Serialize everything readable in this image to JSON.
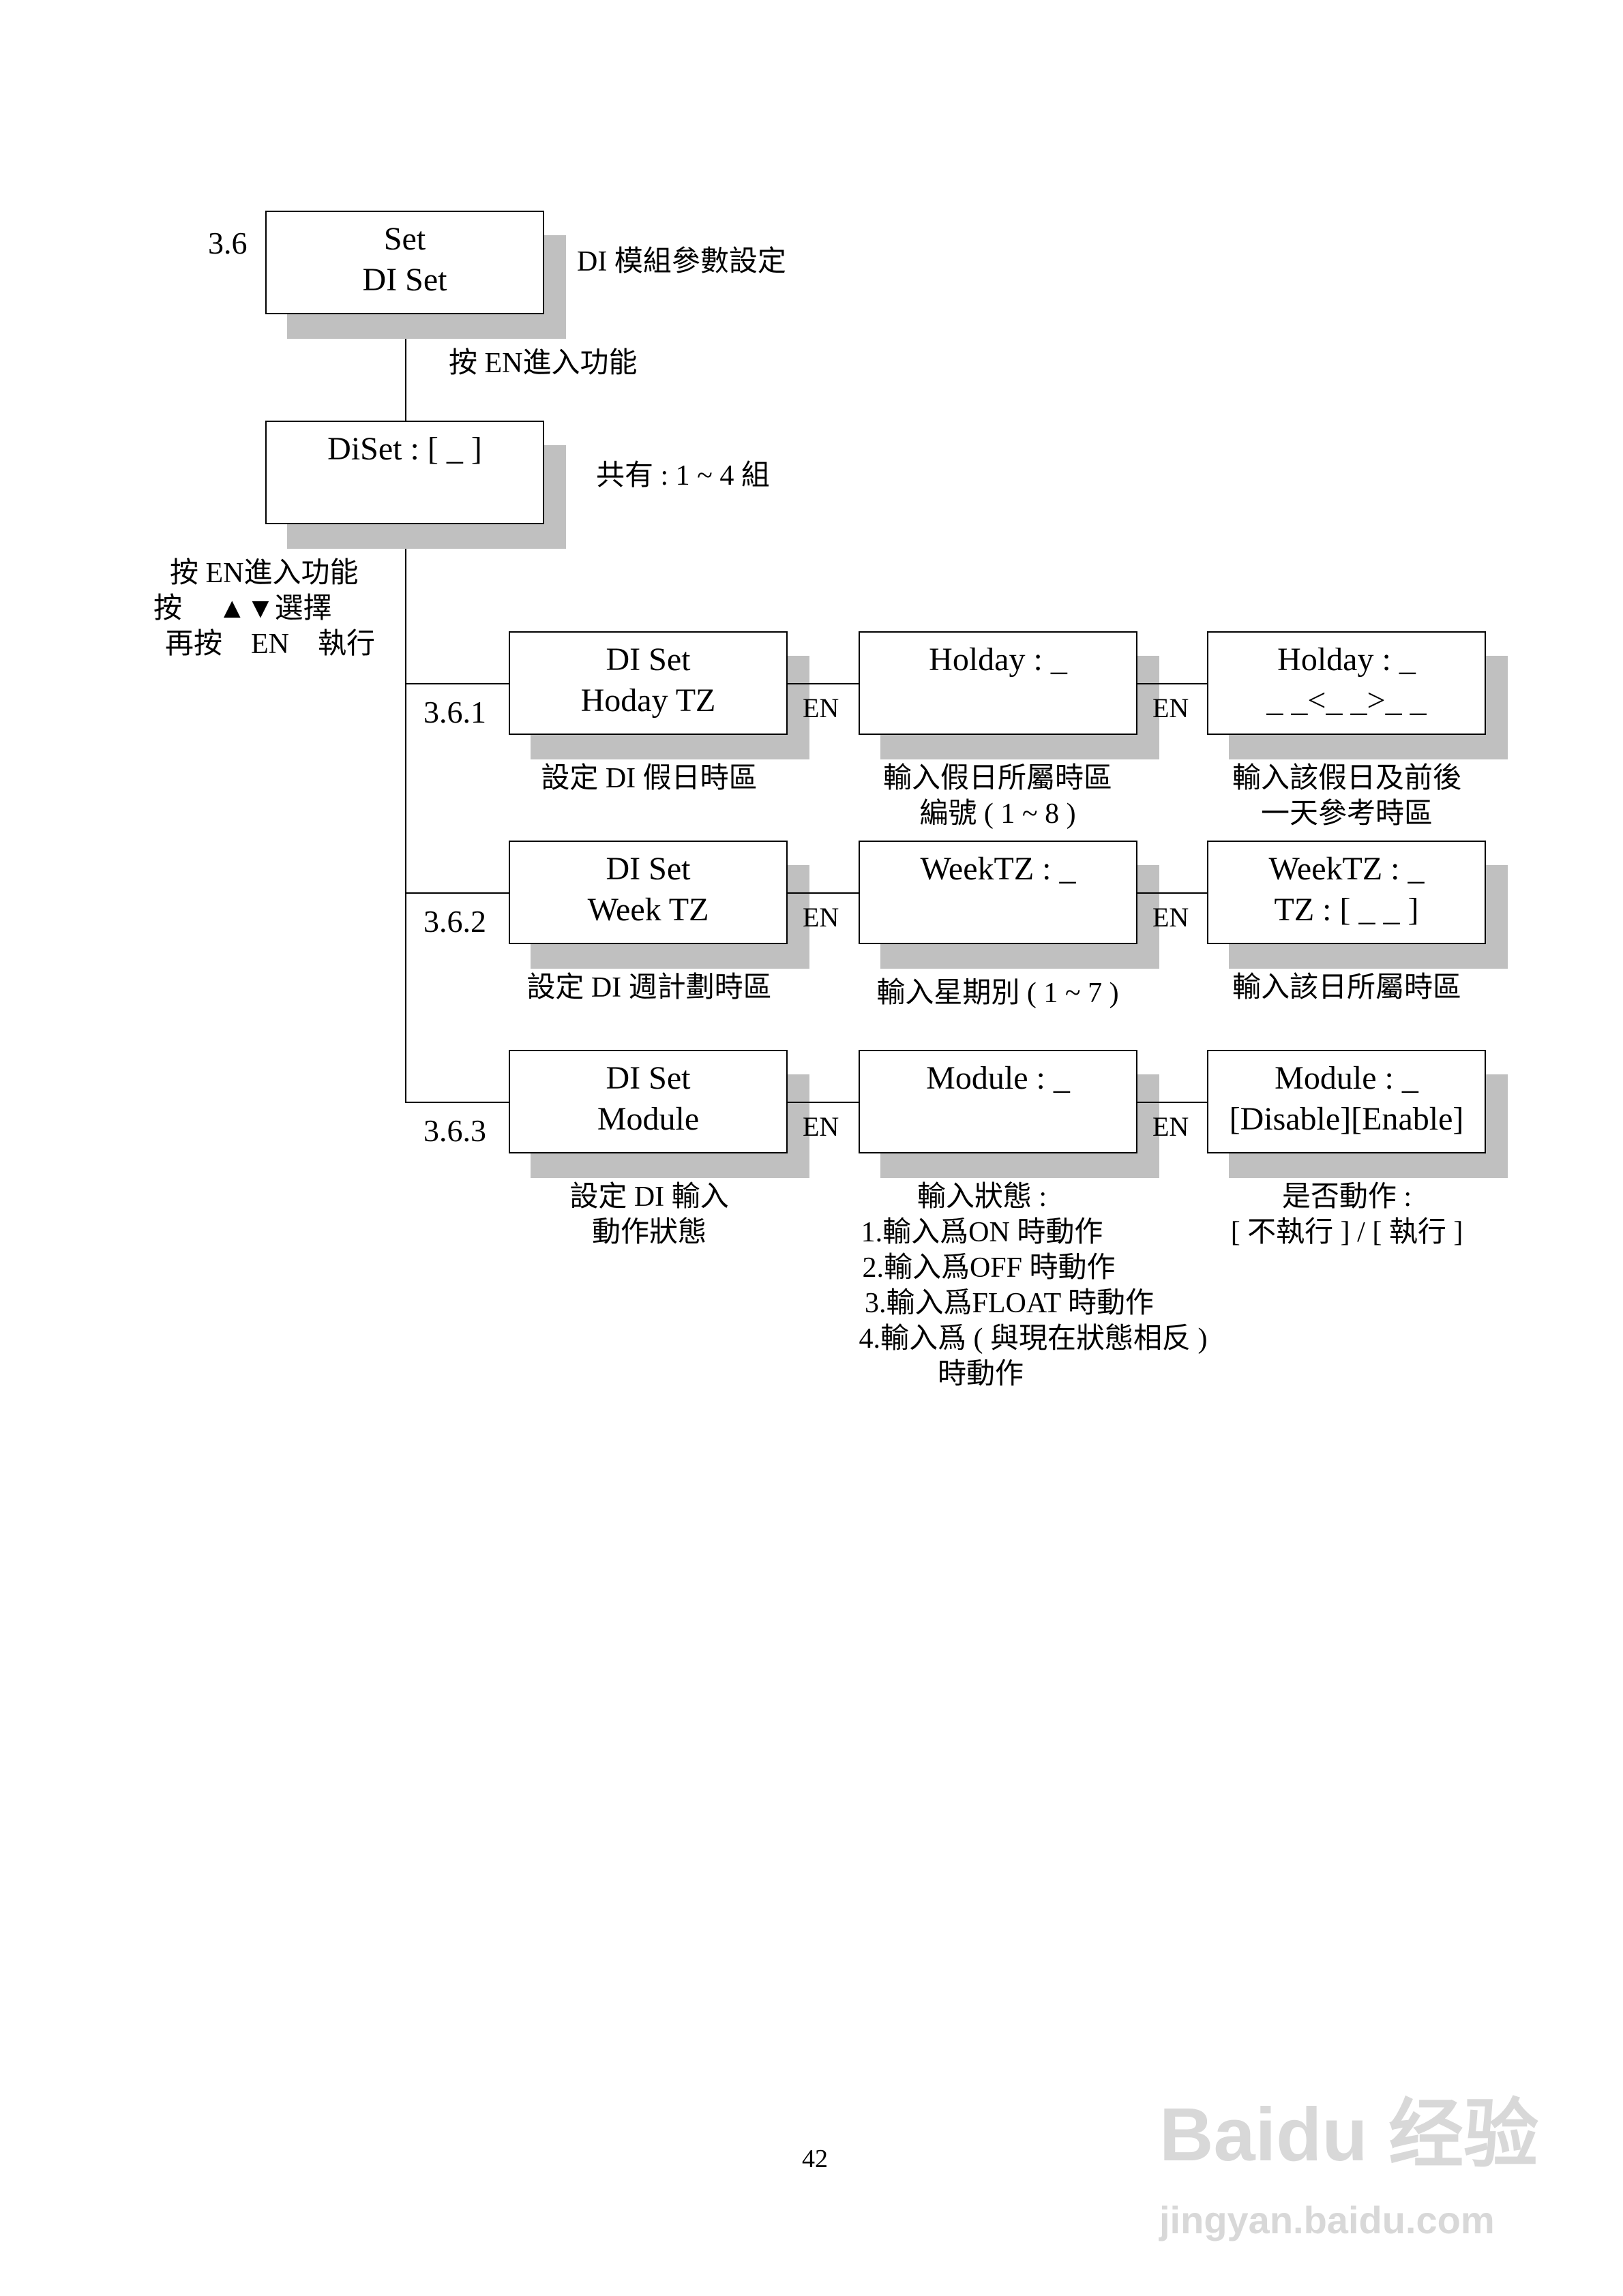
{
  "root": {
    "section": "3.6",
    "line1": "Set",
    "line2": "DI Set",
    "note": "DI 模組參數設定"
  },
  "enter_note": "按 EN進入功能",
  "diset": {
    "line1": "DiSet : [ _ ]",
    "note": "共有 : 1 ~ 4 組"
  },
  "left_notes": [
    "按 EN進入功能",
    "按　 ▲▼選擇",
    "再按　EN　執行"
  ],
  "en_label": "EN",
  "rows": [
    {
      "section": "3.6.1",
      "box1": [
        "DI Set",
        "Hoday TZ"
      ],
      "box2": [
        "Holday : _",
        ""
      ],
      "box3": [
        "Holday : _",
        "_ _<_ _>_ _"
      ],
      "desc1": [
        "設定 DI 假日時區"
      ],
      "desc2": [
        "輸入假日所屬時區",
        "編號 ( 1 ~ 8 )"
      ],
      "desc3": [
        "輸入該假日及前後",
        "一天參考時區"
      ]
    },
    {
      "section": "3.6.2",
      "box1": [
        "DI Set",
        "Week TZ"
      ],
      "box2": [
        "WeekTZ : _",
        ""
      ],
      "box3": [
        "WeekTZ : _",
        "TZ : [ _ _ ]"
      ],
      "desc1": [
        "設定 DI 週計劃時區"
      ],
      "desc2": [
        "輸入星期別 ( 1 ~ 7 )"
      ],
      "desc3": [
        "輸入該日所屬時區"
      ]
    },
    {
      "section": "3.6.3",
      "box1": [
        "DI Set",
        "Module"
      ],
      "box2": [
        "Module : _",
        ""
      ],
      "box3": [
        "Module : _",
        "[Disable][Enable]"
      ],
      "desc1": [
        "設定 DI 輸入",
        "動作狀態"
      ],
      "desc2": [
        "輸入狀態 :",
        "1.輸入爲ON 時動作",
        "2.輸入爲OFF 時動作",
        "3.輸入爲FLOAT 時動作",
        "4.輸入爲 ( 與現在狀態相反 )",
        "時動作"
      ],
      "desc3": [
        "是否動作 :",
        "[ 不執行 ] / [ 執行 ]"
      ]
    }
  ],
  "page_number": "42",
  "watermark": {
    "line1": "Baidu 经验",
    "line2": "jingyan.baidu.com"
  },
  "colors": {
    "shadow": "#c0c0c0",
    "line": "#000000"
  }
}
